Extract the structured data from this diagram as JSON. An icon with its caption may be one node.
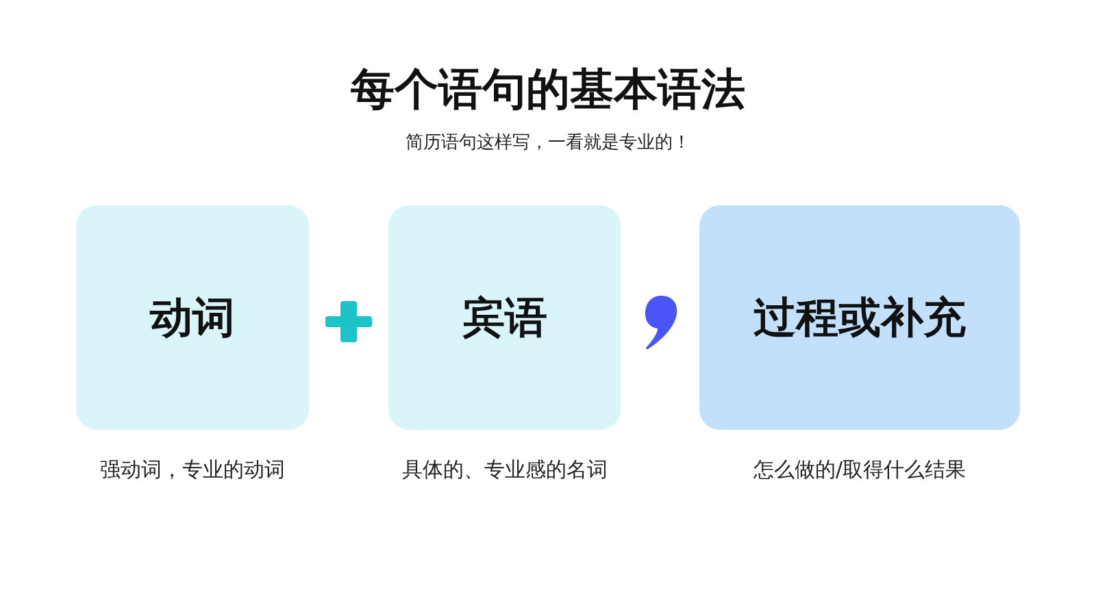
{
  "diagram": {
    "title": "每个语句的基本语法",
    "nodes": [
      {
        "text": [
          "动词"
        ],
        "beside": [
          "强动词，专业的动词"
        ]
      },
      {
        "text": [
          "宾语"
        ],
        "beside": [
          "具体的、专业感的名词"
        ]
      },
      {
        "text": [
          "过程或补充"
        ],
        "beside": [
          "怎么做的/取得什么结果"
        ]
      }
    ],
    "labels": [
      "简历语句这样写，一看就是专业的！"
    ]
  }
}
